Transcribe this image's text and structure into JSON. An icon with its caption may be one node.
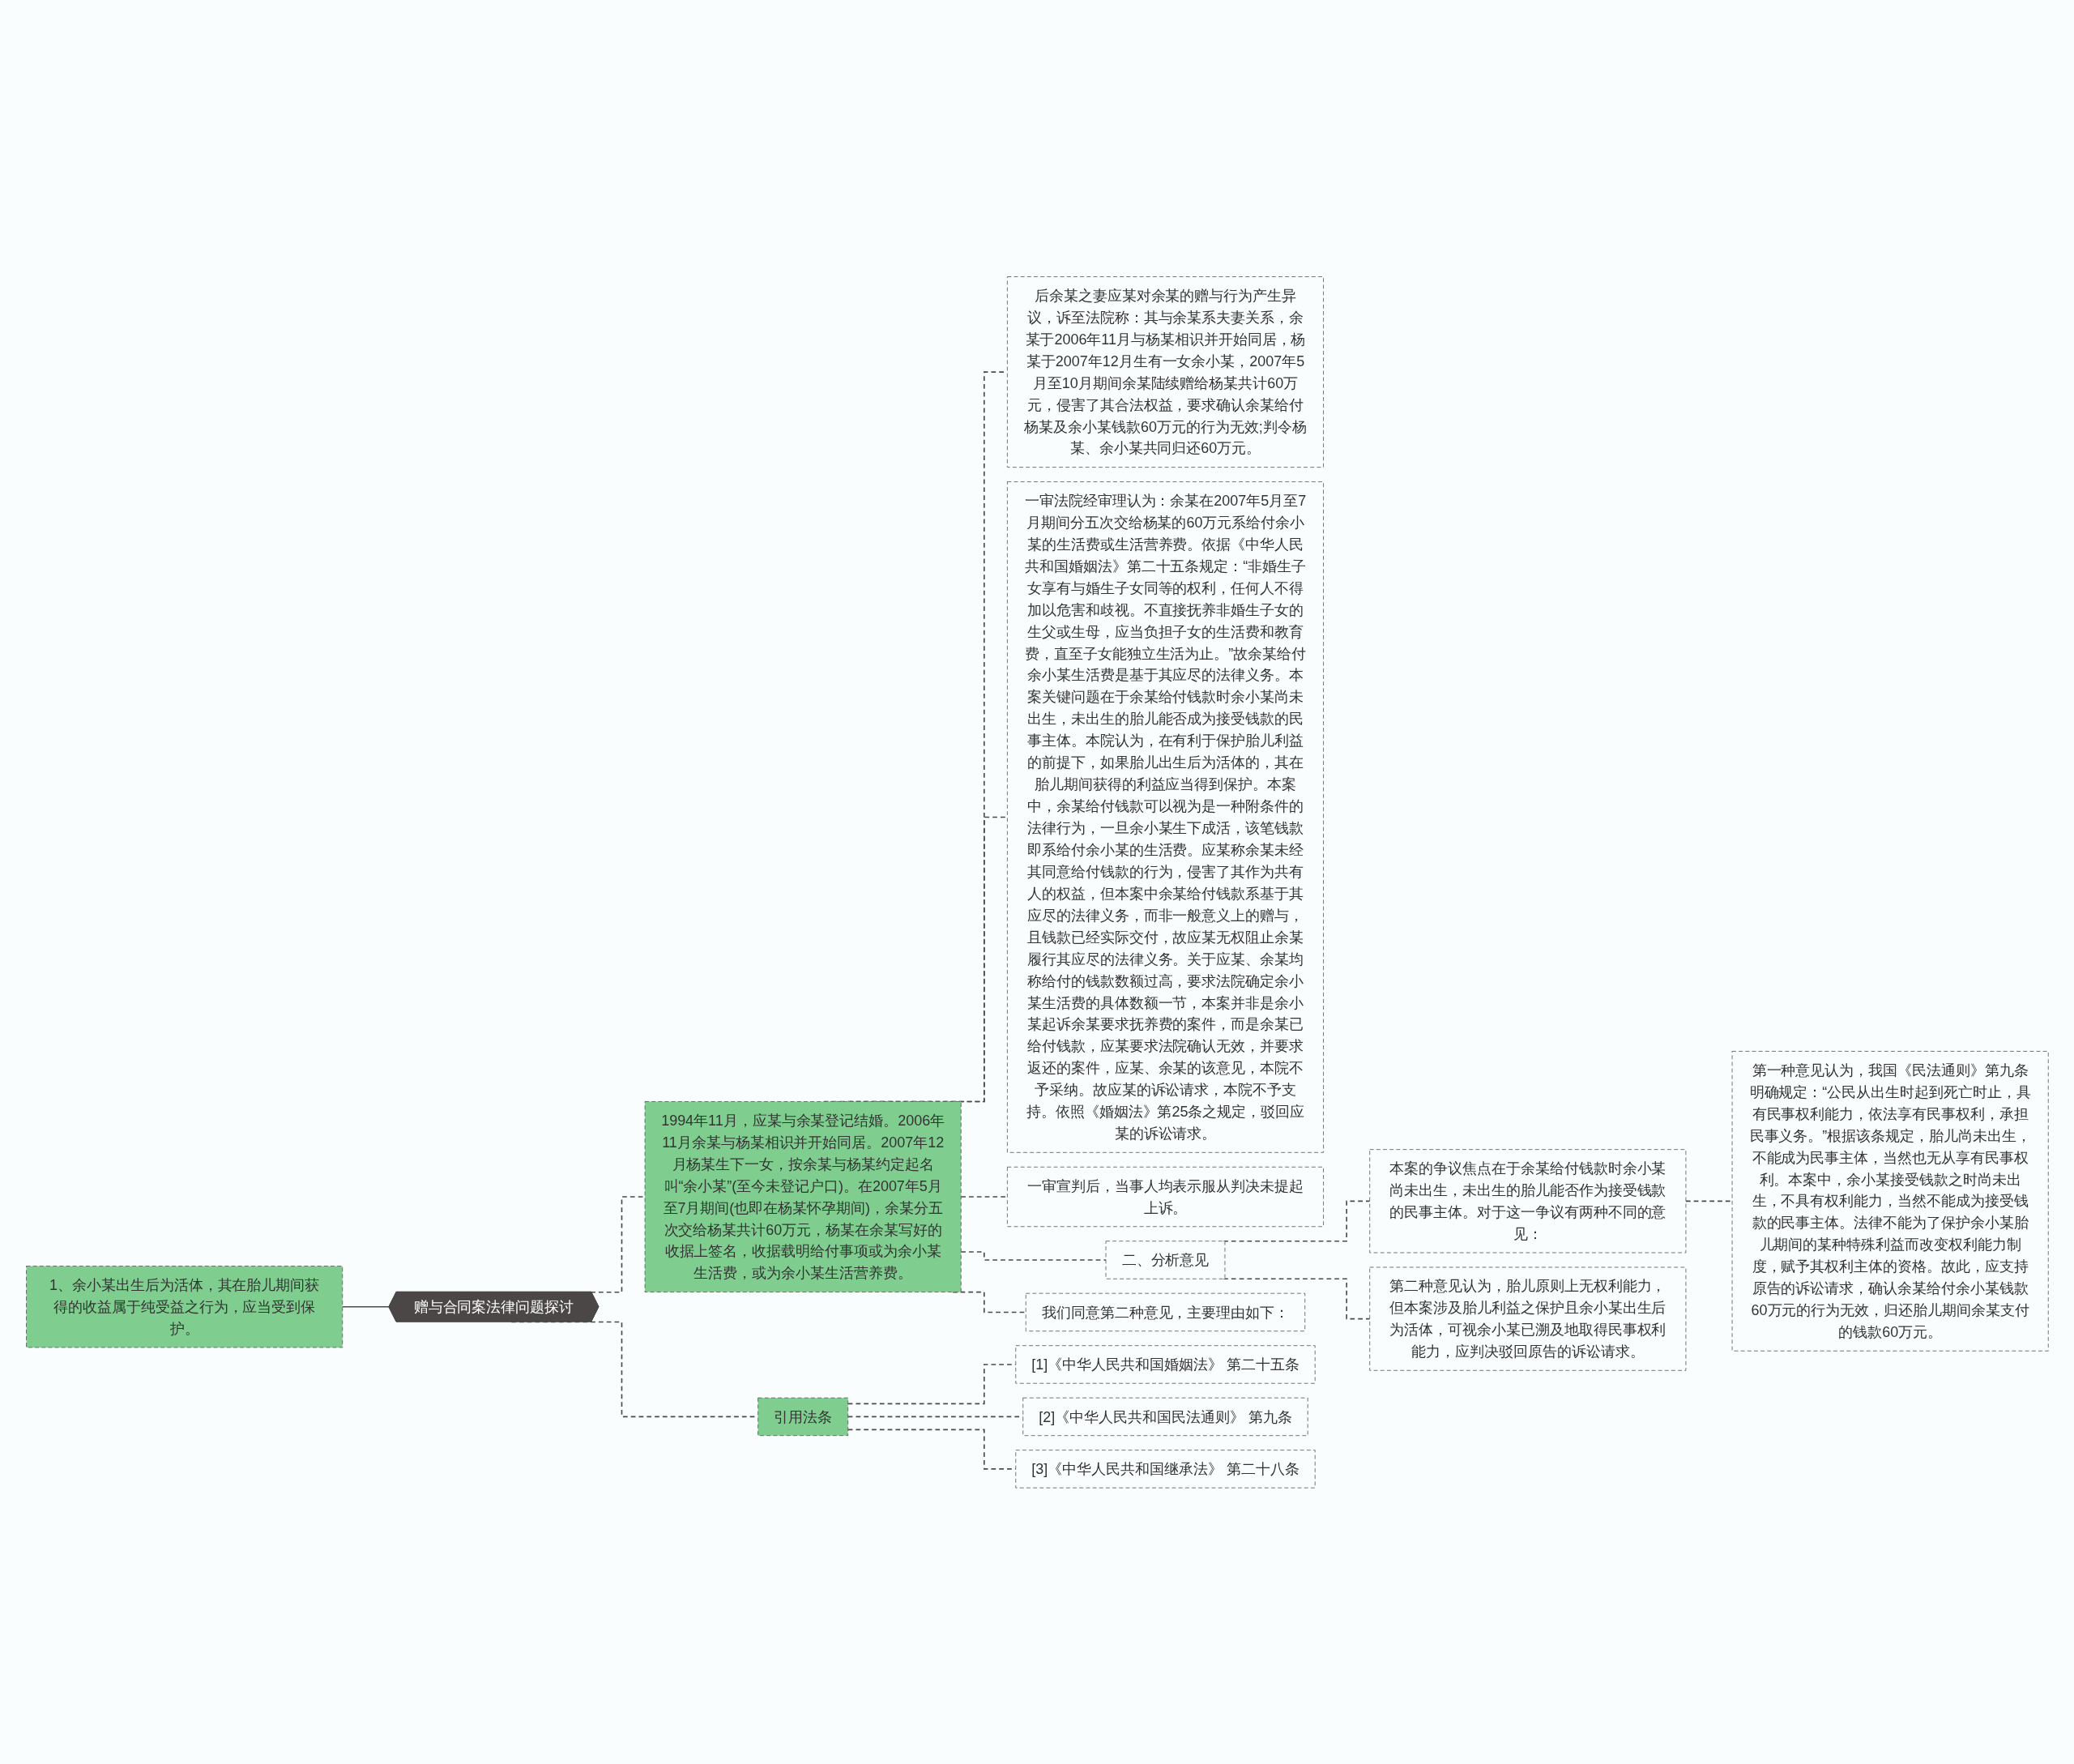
{
  "diagram": {
    "nodes": [
      {
        "text": [
          "赠与合同案法律问题探讨"
        ]
      },
      {
        "text": [
          "1、余小某出生后为活体，其在胎儿期间获得的收益属于纯受益之行为，应当受到保护。"
        ]
      },
      {
        "text": [
          "1994年11月，应某与余某登记结婚。2006年11月余某与杨某相识并开始同居。2007年12月杨某生下一女，按余某与杨某约定起名叫“余小某”(至今未登记户口)。在2007年5月至7月期间(也即在杨某怀孕期间)，余某分五次交给杨某共计60万元，杨某在余某写好的收据上签名，收据载明给付事项或为余小某生活费，或为余小某生活营养费。"
        ]
      },
      {
        "text": [
          "后余某之妻应某对余某的赠与行为产生异议，诉至法院称：其与余某系夫妻关系，余某于2006年11月与杨某相识并开始同居，杨某于2007年12月生有一女余小某，2007年5月至10月期间余某陆续赠给杨某共计60万元，侵害了其合法权益，要求确认余某给付杨某及余小某钱款60万元的行为无效;判令杨某、余小某共同归还60万元。"
        ]
      },
      {
        "text": [
          "一审法院经审理认为：余某在2007年5月至7月期间分五次交给杨某的60万元系给付余小某的生活费或生活营养费。依据《中华人民共和国婚姻法》第二十五条规定：“非婚生子女享有与婚生子女同等的权利，任何人不得加以危害和歧视。不直接抚养非婚生子女的生父或生母，应当负担子女的生活费和教育费，直至子女能独立生活为止。”故余某给付余小某生活费是基于其应尽的法律义务。本案关键问题在于余某给付钱款时余小某尚未出生，未出生的胎儿能否成为接受钱款的民事主体。本院认为，在有利于保护胎儿利益的前提下，如果胎儿出生后为活体的，其在胎儿期间获得的利益应当得到保护。本案中，余某给付钱款可以视为是一种附条件的法律行为，一旦余小某生下成活，该笔钱款即系给付余小某的生活费。应某称余某未经其同意给付钱款的行为，侵害了其作为共有人的权益，但本案中余某给付钱款系基于其应尽的法律义务，而非一般意义上的赠与，且钱款已经实际交付，故应某无权阻止余某履行其应尽的法律义务。关于应某、余某均称给付的钱款数额过高，要求法院确定余小某生活费的具体数额一节，本案并非是余小某起诉余某要求抚养费的案件，而是余某已给付钱款，应某要求法院确认无效，并要求返还的案件，应某、余某的该意见，本院不予采纳。故应某的诉讼请求，本院不予支持。依照《婚姻法》第25条之规定，驳回应某的诉讼请求。"
        ]
      },
      {
        "text": [
          "一审宣判后，当事人均表示服从判决未提起上诉。"
        ]
      },
      {
        "text": [
          "二、分析意见"
        ]
      },
      {
        "text": [
          "本案的争议焦点在于余某给付钱款时余小某尚未出生，未出生的胎儿能否作为接受钱款的民事主体。对于这一争议有两种不同的意见："
        ]
      },
      {
        "text": [
          "第一种意见认为，我国《民法通则》第九条明确规定：“公民从出生时起到死亡时止，具有民事权利能力，依法享有民事权利，承担民事义务。”根据该条规定，胎儿尚未出生，不能成为民事主体，当然也无从享有民事权利。本案中，余小某接受钱款之时尚未出生，不具有权利能力，当然不能成为接受钱款的民事主体。法律不能为了保护余小某胎儿期间的某种特殊利益而改变权利能力制度，赋予其权利主体的资格。故此，应支持原告的诉讼请求，确认余某给付余小某钱款60万元的行为无效，归还胎儿期间余某支付的钱款60万元。"
        ]
      },
      {
        "text": [
          "第二种意见认为，胎儿原则上无权利能力，但本案涉及胎儿利益之保护且余小某出生后为活体，可视余小某已溯及地取得民事权利能力，应判决驳回原告的诉讼请求。"
        ]
      },
      {
        "text": [
          "我们同意第二种意见，主要理由如下："
        ]
      },
      {
        "text": [
          "引用法条"
        ]
      },
      {
        "text": [
          "[1]《中华人民共和国婚姻法》 第二十五条"
        ]
      },
      {
        "text": [
          "[2]《中华人民共和国民法通则》 第九条"
        ]
      },
      {
        "text": [
          "[3]《中华人民共和国继承法》 第二十八条"
        ]
      }
    ],
    "edges": [
      {
        "from": 0,
        "to": 1,
        "arrow": "none"
      },
      {
        "from": 0,
        "to": 2,
        "arrow": "none",
        "style": "dashed"
      },
      {
        "from": 2,
        "to": 3,
        "arrow": "none",
        "style": "dashed"
      },
      {
        "from": 2,
        "to": 4,
        "arrow": "none",
        "style": "dashed"
      },
      {
        "from": 2,
        "to": 5,
        "arrow": "none",
        "style": "dashed"
      },
      {
        "from": 2,
        "to": 6,
        "arrow": "none",
        "style": "dashed"
      },
      {
        "from": 6,
        "to": 7,
        "arrow": "none",
        "style": "dashed"
      },
      {
        "from": 7,
        "to": 8,
        "arrow": "none",
        "style": "dashed"
      },
      {
        "from": 6,
        "to": 9,
        "arrow": "none",
        "style": "dashed"
      },
      {
        "from": 2,
        "to": 10,
        "arrow": "none",
        "style": "dashed"
      },
      {
        "from": 0,
        "to": 11,
        "arrow": "none",
        "style": "dashed"
      },
      {
        "from": 11,
        "to": 12,
        "arrow": "none",
        "style": "dashed"
      },
      {
        "from": 11,
        "to": 13,
        "arrow": "none",
        "style": "dashed"
      },
      {
        "from": 11,
        "to": 14,
        "arrow": "none",
        "style": "dashed"
      }
    ]
  }
}
